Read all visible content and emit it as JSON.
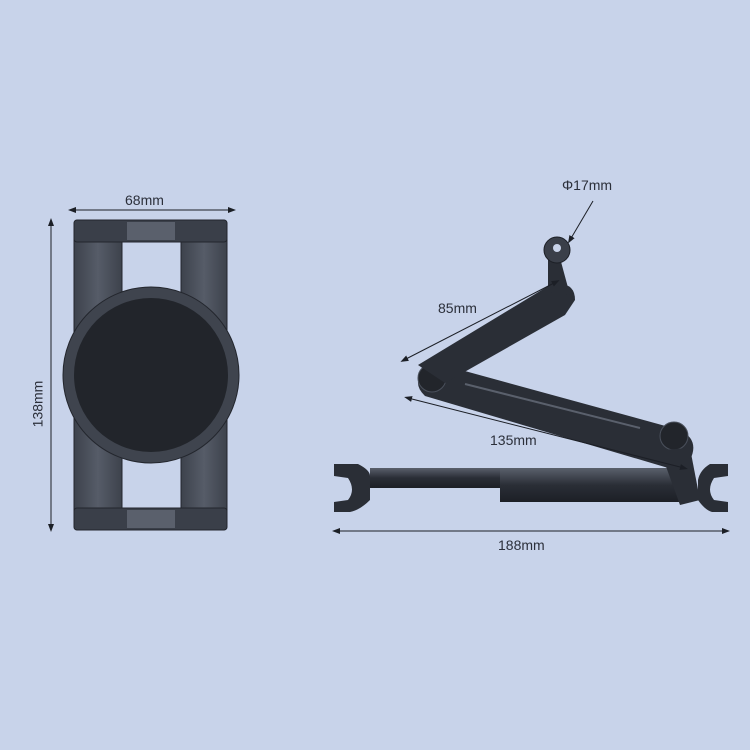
{
  "background": "#c8d3ea",
  "front_view": {
    "width_label": "68mm",
    "height_label": "138mm"
  },
  "side_view": {
    "ball_label": "Φ17mm",
    "upper_arm_label": "85mm",
    "lower_arm_label": "135mm",
    "total_width_label": "188mm"
  },
  "colors": {
    "body": "#2a2e36",
    "body_light": "#4a505c",
    "dimension_line": "#1c1f26"
  }
}
